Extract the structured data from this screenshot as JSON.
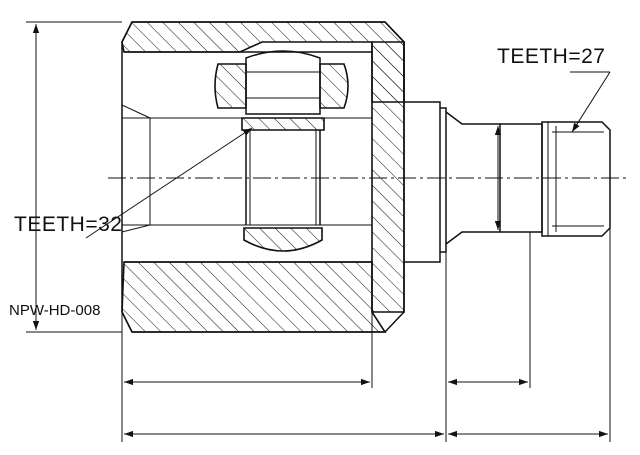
{
  "labels": {
    "teeth_outer": "TEETH=32",
    "teeth_shaft": "TEETH=27",
    "part_number": "NPW-HD-008"
  }
}
